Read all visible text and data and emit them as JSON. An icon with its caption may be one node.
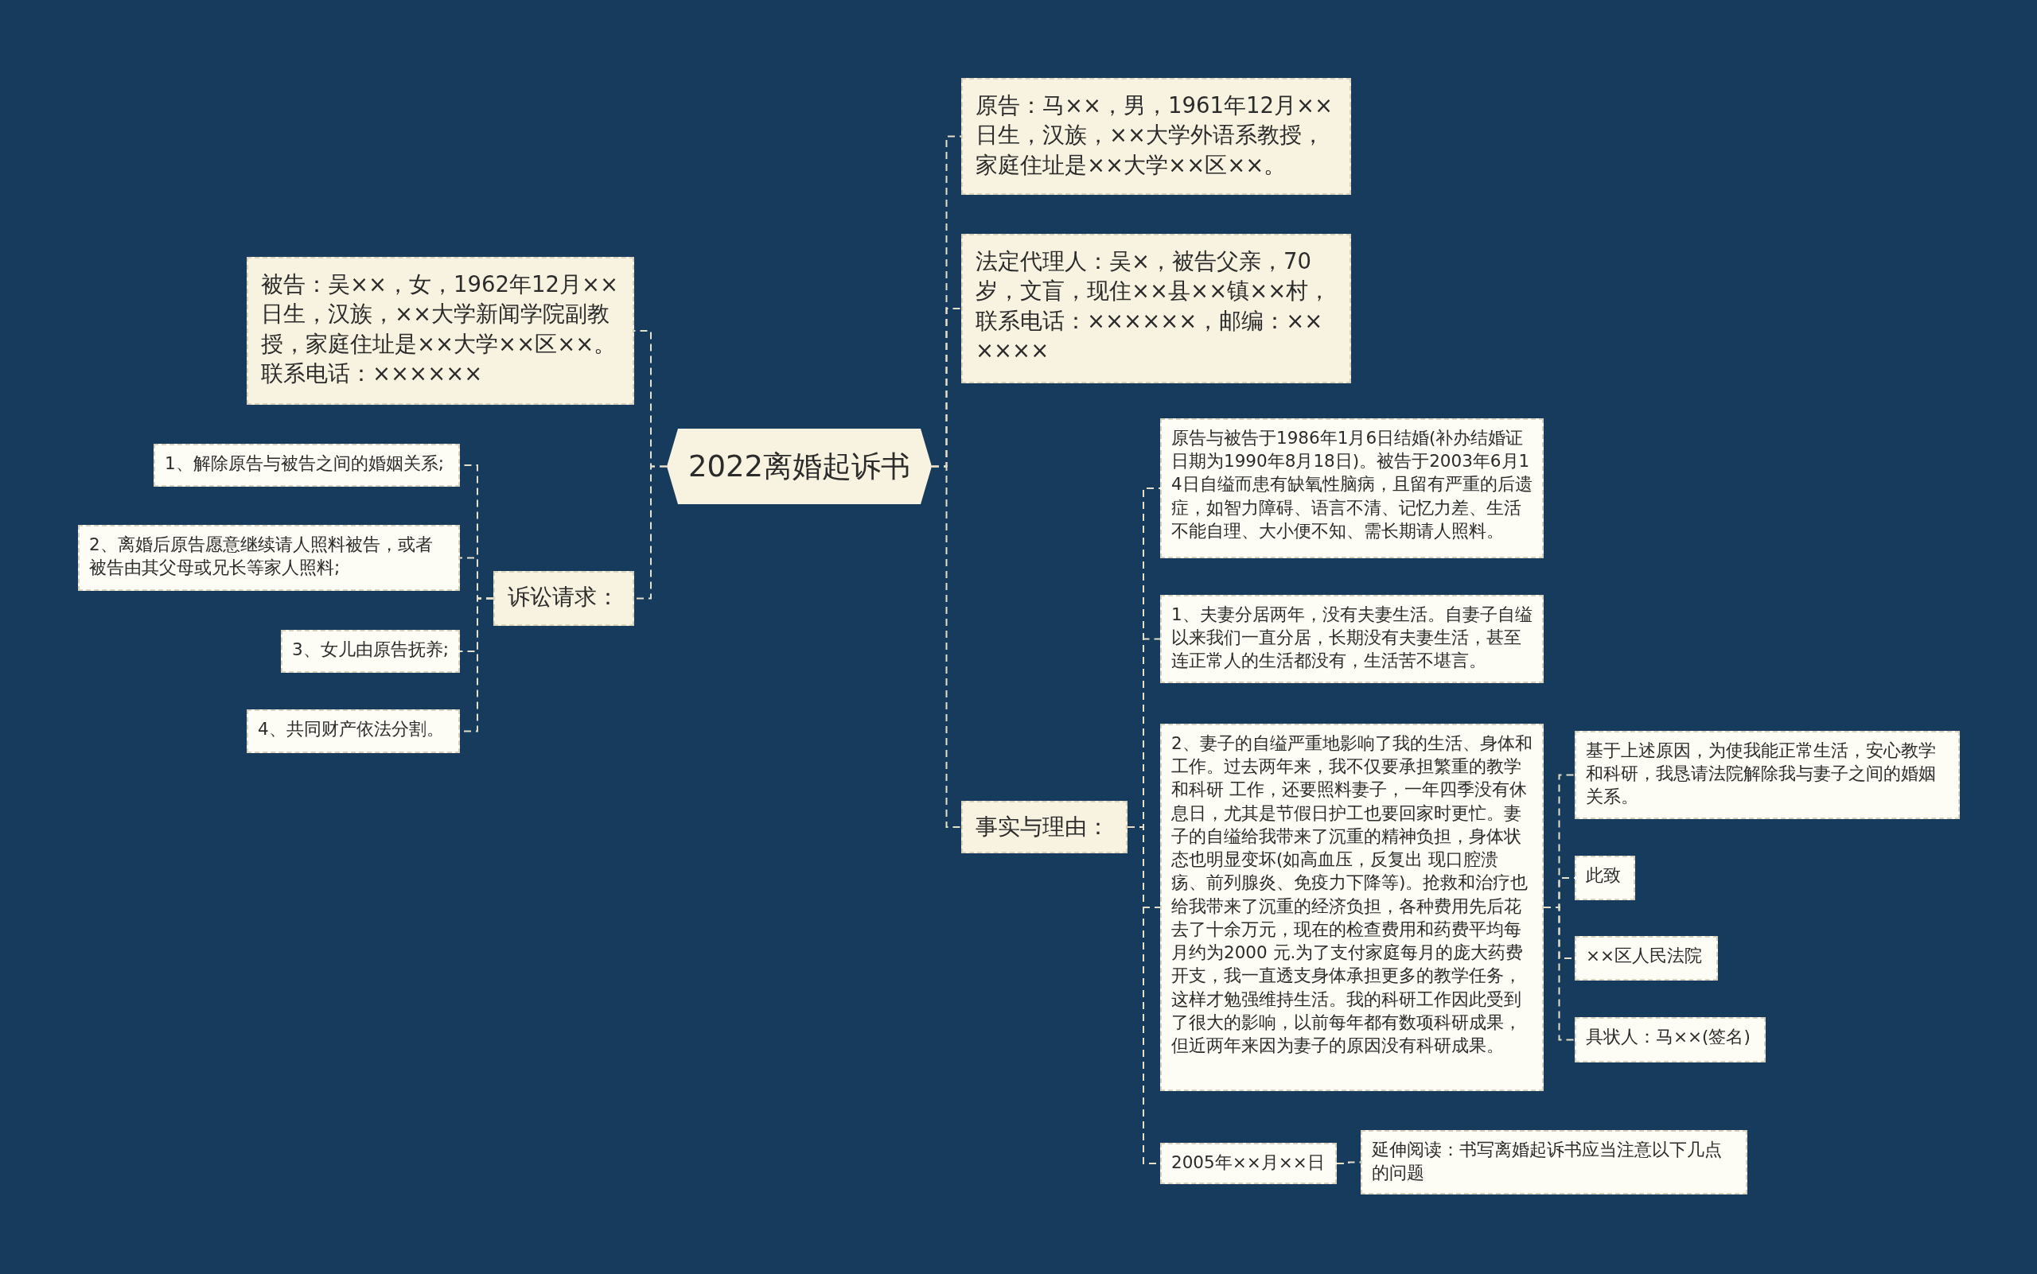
{
  "diagram": {
    "nodes": [
      {
        "text": [
          "2022离婚起诉书"
        ]
      },
      {
        "text": [
          "原告：马××，男，1961年12月××日生，汉族，××大学外语系教授，家庭住址是××大学××区××。"
        ]
      },
      {
        "text": [
          "法定代理人：吴×，被告父亲，70岁，文盲，现住××县××镇××村，联系电话：××××××，邮编：××××××"
        ]
      },
      {
        "text": [
          "事实与理由："
        ]
      },
      {
        "text": [
          "原告与被告于1986年1月6日结婚(补办结婚证日期为1990年8月18日)。被告于2003年6月14日自缢而患有缺氧性脑病，且留有严重的后遗症，如智力障碍、语言不清、记忆力差、生活不能自理、大小便不知、需长期请人照料。"
        ]
      },
      {
        "text": [
          "1、夫妻分居两年，没有夫妻生活。自妻子自缢以来我们一直分居，长期没有夫妻生活，甚至连正常人的生活都没有，生活苦不堪言。"
        ]
      },
      {
        "text": [
          "2、妻子的自缢严重地影响了我的生活、身体和工作。过去两年来，我不仅要承担繁重的教学和科研 工作，还要照料妻子，一年四季没有休息日，尤其是节假日护工也要回家时更忙。妻子的自缢给我带来了沉重的精神负担，身体状态也明显变坏(如高血压，反复出 现口腔溃疡、前列腺炎、免疫力下降等)。抢救和治疗也给我带来了沉重的经济负担，各种费用先后花去了十余万元，现在的检查费用和药费平均每月约为2000 元.为了支付家庭每月的庞大药费开支，我一直透支身体承担更多的教学任务，这样才勉强维持生活。我的科研工作因此受到了很大的影响，以前每年都有数项科研成果，但近两年来因为妻子的原因没有科研成果。"
        ]
      },
      {
        "text": [
          "基于上述原因，为使我能正常生活，安心教学和科研，我恳请法院解除我与妻子之间的婚姻关系。"
        ]
      },
      {
        "text": [
          "此致"
        ]
      },
      {
        "text": [
          "××区人民法院"
        ]
      },
      {
        "text": [
          "具状人：马××(签名)"
        ]
      },
      {
        "text": [
          "2005年××月××日"
        ]
      },
      {
        "text": [
          "延伸阅读：书写离婚起诉书应当注意以下几点的问题"
        ]
      },
      {
        "text": [
          "被告：吴××，女，1962年12月××日生，汉族，××大学新闻学院副教授，家庭住址是××大学××区××。联系电话：××××××"
        ]
      },
      {
        "text": [
          "诉讼请求："
        ]
      },
      {
        "text": [
          "1、解除原告与被告之间的婚姻关系;"
        ]
      },
      {
        "text": [
          "2、离婚后原告愿意继续请人照料被告，或者被告由其父母或兄长等家人照料;"
        ]
      },
      {
        "text": [
          "3、女儿由原告抚养;"
        ]
      },
      {
        "text": [
          "4、共同财产依法分割。"
        ]
      }
    ],
    "edges": [
      {
        "from": 0,
        "to": 1,
        "arrow": "none"
      },
      {
        "from": 0,
        "to": 2,
        "arrow": "none"
      },
      {
        "from": 0,
        "to": 3,
        "arrow": "none"
      },
      {
        "from": 3,
        "to": 4,
        "arrow": "none"
      },
      {
        "from": 3,
        "to": 5,
        "arrow": "none"
      },
      {
        "from": 3,
        "to": 6,
        "arrow": "none"
      },
      {
        "from": 6,
        "to": 7,
        "arrow": "none"
      },
      {
        "from": 6,
        "to": 8,
        "arrow": "none"
      },
      {
        "from": 6,
        "to": 9,
        "arrow": "none"
      },
      {
        "from": 6,
        "to": 10,
        "arrow": "none"
      },
      {
        "from": 3,
        "to": 11,
        "arrow": "none"
      },
      {
        "from": 11,
        "to": 12,
        "arrow": "none"
      },
      {
        "from": 0,
        "to": 13,
        "arrow": "none"
      },
      {
        "from": 0,
        "to": 14,
        "arrow": "none"
      },
      {
        "from": 14,
        "to": 15,
        "arrow": "none"
      },
      {
        "from": 14,
        "to": 16,
        "arrow": "none"
      },
      {
        "from": 14,
        "to": 17,
        "arrow": "none"
      },
      {
        "from": 14,
        "to": 18,
        "arrow": "none"
      }
    ]
  }
}
